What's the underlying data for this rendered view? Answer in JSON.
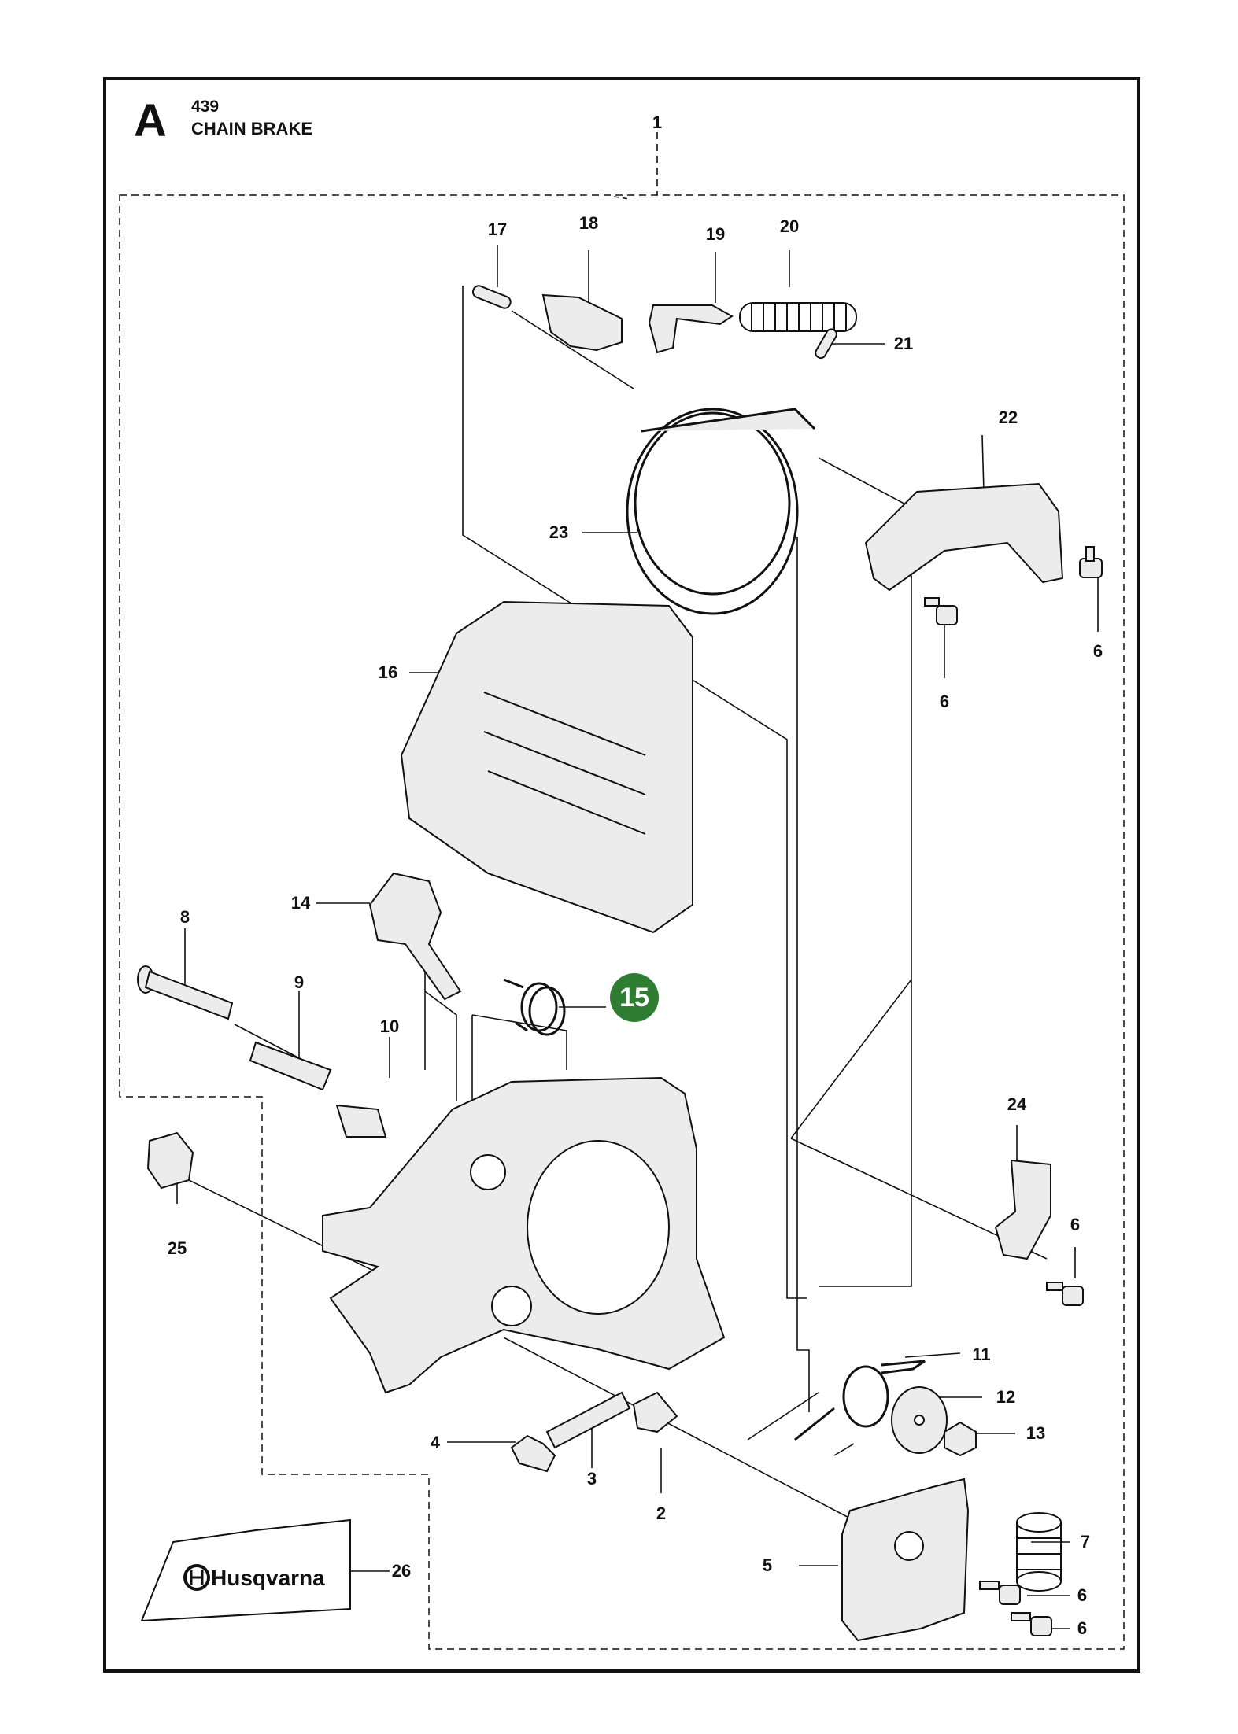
{
  "header": {
    "section_letter": "A",
    "model": "439",
    "title": "CHAIN BRAKE"
  },
  "logo": {
    "brand": "Husqvarna"
  },
  "colors": {
    "highlight": "#2e7d32",
    "line": "#111111",
    "part_fill": "#d9d9d9"
  },
  "callouts": [
    {
      "id": "c1",
      "label": "1"
    },
    {
      "id": "c17",
      "label": "17"
    },
    {
      "id": "c18",
      "label": "18"
    },
    {
      "id": "c19",
      "label": "19"
    },
    {
      "id": "c20",
      "label": "20"
    },
    {
      "id": "c21",
      "label": "21"
    },
    {
      "id": "c22",
      "label": "22"
    },
    {
      "id": "c23",
      "label": "23"
    },
    {
      "id": "c6a",
      "label": "6"
    },
    {
      "id": "c6b",
      "label": "6"
    },
    {
      "id": "c16",
      "label": "16"
    },
    {
      "id": "c14",
      "label": "14"
    },
    {
      "id": "c8",
      "label": "8"
    },
    {
      "id": "c9",
      "label": "9"
    },
    {
      "id": "c10",
      "label": "10"
    },
    {
      "id": "c15",
      "label": "15",
      "highlighted": true
    },
    {
      "id": "c24",
      "label": "24"
    },
    {
      "id": "c6c",
      "label": "6"
    },
    {
      "id": "c25",
      "label": "25"
    },
    {
      "id": "c11",
      "label": "11"
    },
    {
      "id": "c12",
      "label": "12"
    },
    {
      "id": "c13",
      "label": "13"
    },
    {
      "id": "c4",
      "label": "4"
    },
    {
      "id": "c3",
      "label": "3"
    },
    {
      "id": "c2",
      "label": "2"
    },
    {
      "id": "c7",
      "label": "7"
    },
    {
      "id": "c5",
      "label": "5"
    },
    {
      "id": "c6d",
      "label": "6"
    },
    {
      "id": "c6e",
      "label": "6"
    },
    {
      "id": "c26",
      "label": "26"
    }
  ]
}
